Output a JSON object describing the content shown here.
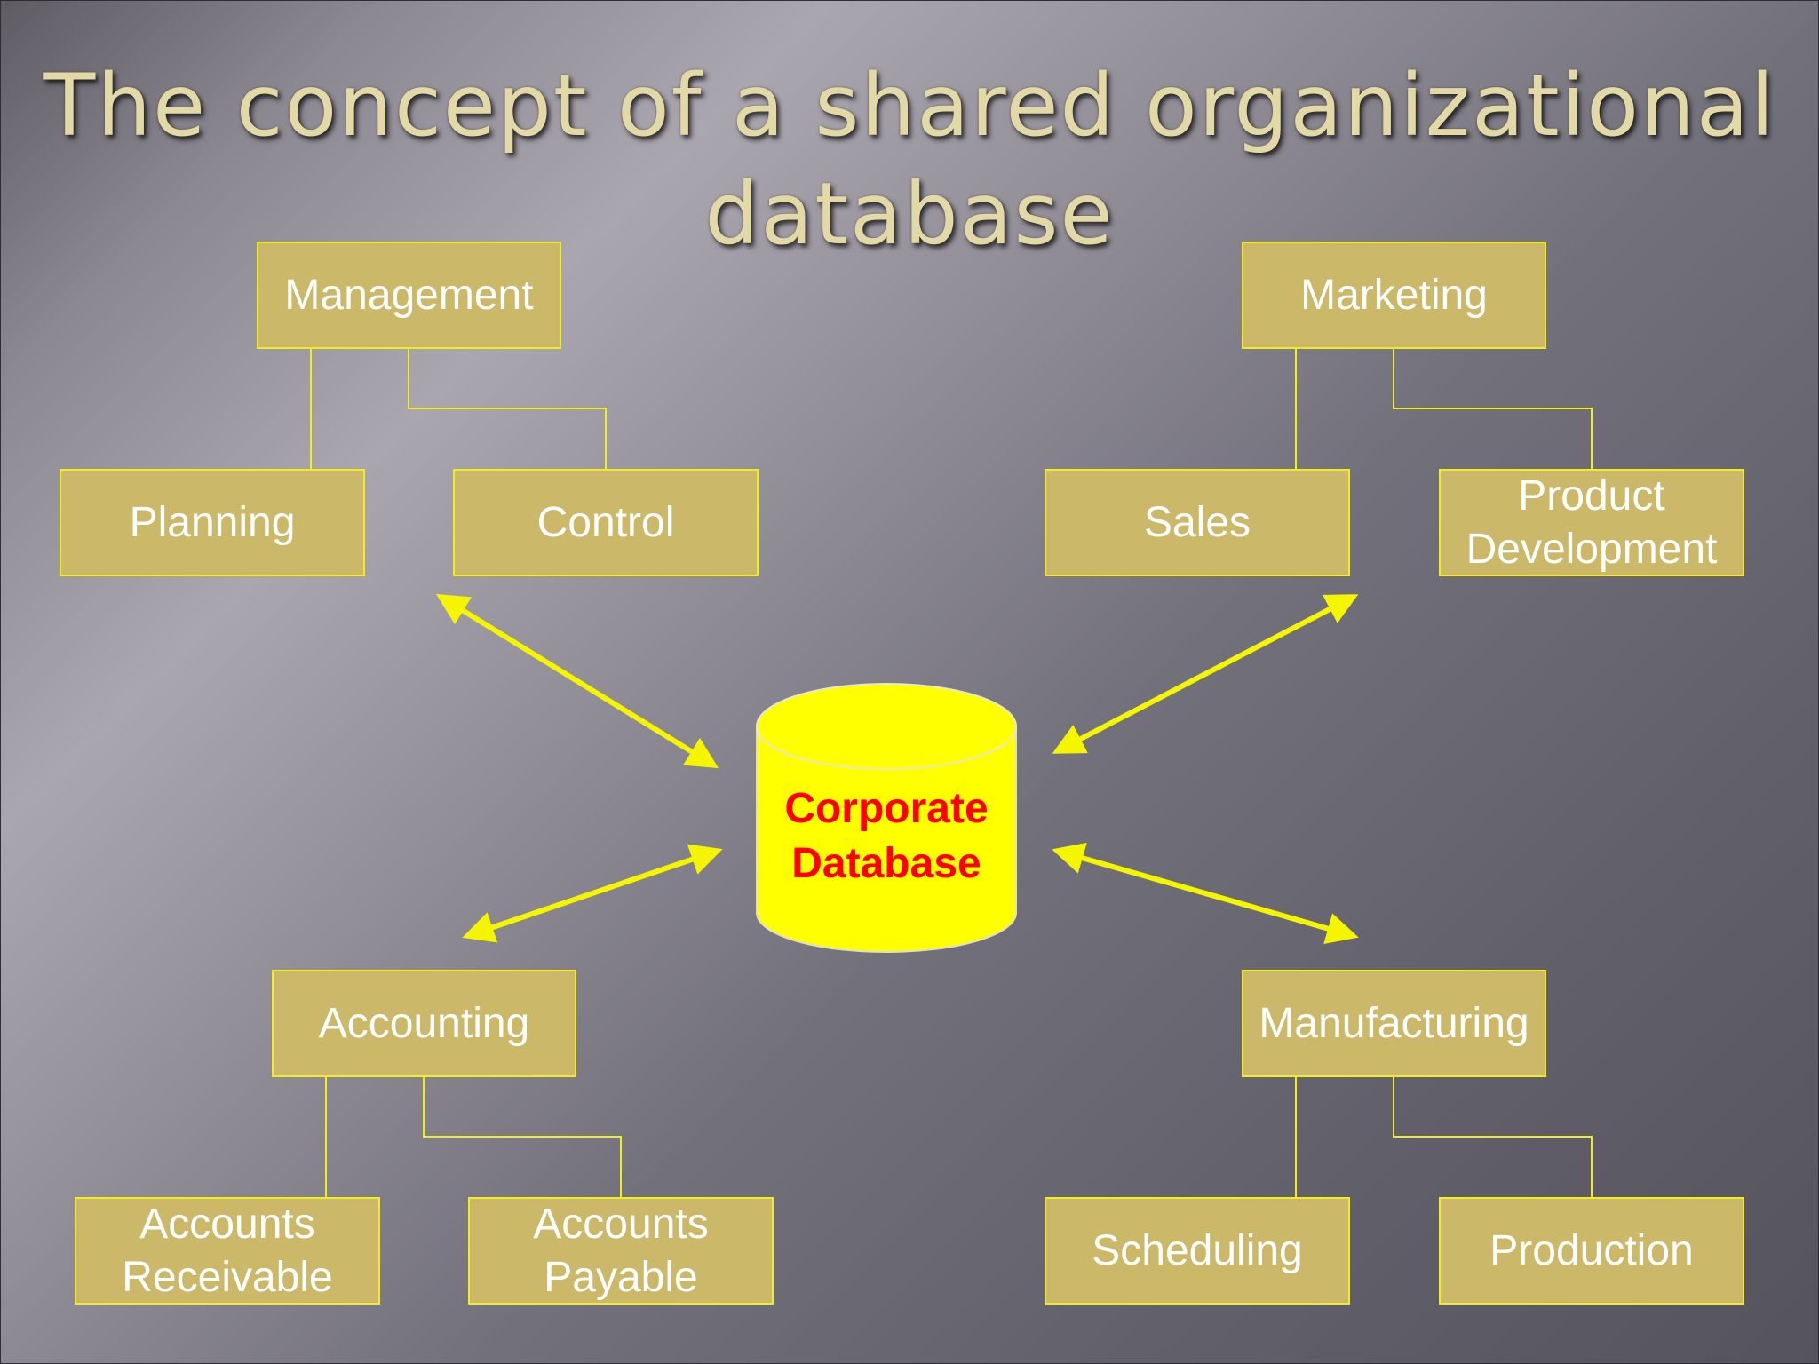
{
  "title": "The concept of a shared organizational database",
  "database": {
    "label": "Corporate\nDatabase"
  },
  "groups": {
    "management": {
      "label": "Management",
      "children": [
        "Planning",
        "Control"
      ]
    },
    "marketing": {
      "label": "Marketing",
      "children": [
        "Sales",
        "Product\nDevelopment"
      ]
    },
    "accounting": {
      "label": "Accounting",
      "children": [
        "Accounts\nReceivable",
        "Accounts\nPayable"
      ]
    },
    "manufacturing": {
      "label": "Manufacturing",
      "children": [
        "Scheduling",
        "Production"
      ]
    }
  },
  "colors": {
    "box_fill": "#ccb869",
    "box_border": "#f2ec23",
    "arrow": "#f5f500",
    "database_fill": "#ffff00",
    "database_text": "#ff0000",
    "title": "#e3d9a6"
  }
}
